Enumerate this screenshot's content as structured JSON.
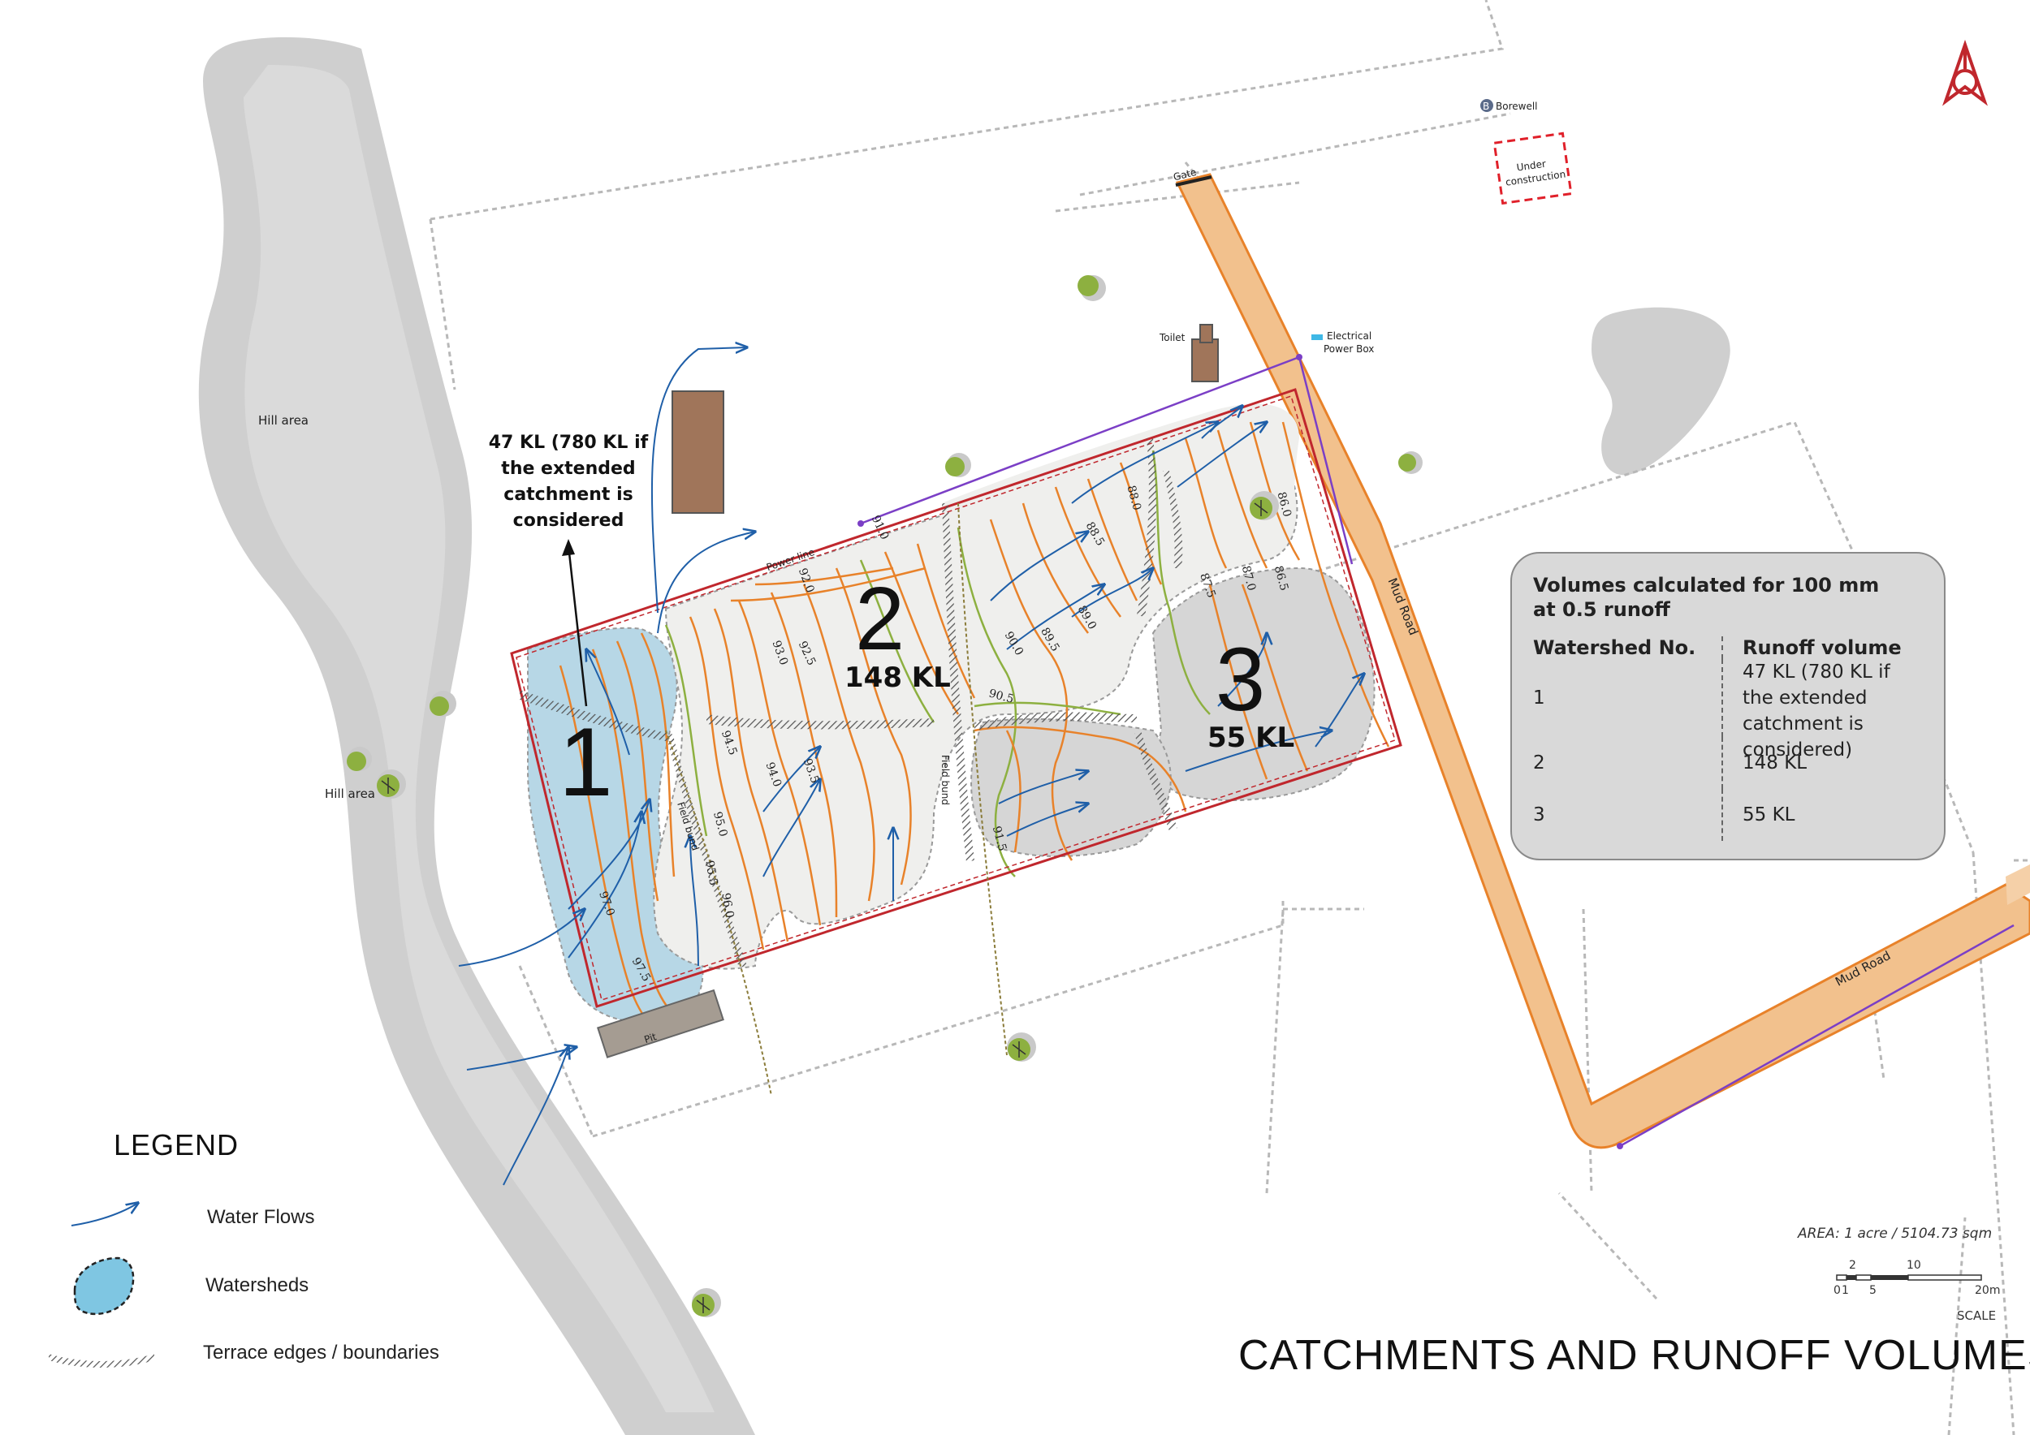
{
  "title": "CATCHMENTS AND RUNOFF VOLUMES",
  "area_note": "AREA: 1 acre / 5104.73 sqm",
  "scale": {
    "label": "SCALE",
    "ticks_top": [
      "2",
      "10"
    ],
    "ticks_bottom": [
      "0",
      "1",
      "5",
      "20m"
    ]
  },
  "legend": {
    "title": "LEGEND",
    "items": [
      {
        "label": "Water Flows",
        "icon": "arrow-icon"
      },
      {
        "label": "Watersheds",
        "icon": "watershed-icon"
      },
      {
        "label": "Terrace edges / boundaries",
        "icon": "terrace-edge-icon"
      }
    ]
  },
  "map_labels": {
    "hill_area_top": "Hill area",
    "hill_area_bottom": "Hill area",
    "borewell": "Borewell",
    "borewell_badge": "B",
    "under_construction_1": "Under",
    "under_construction_2": "construction",
    "gate": "Gate",
    "toilet": "Toilet",
    "electrical_1": "Electrical",
    "electrical_2": "Power Box",
    "mud_road_1": "Mud Road",
    "mud_road_2": "Mud Road",
    "pit": "Pit",
    "power_line": "Power line",
    "field_bund_1": "Field bund",
    "field_bund_2": "Field bund"
  },
  "watersheds": [
    {
      "number": "1",
      "volume": ""
    },
    {
      "number": "2",
      "volume": "148 KL"
    },
    {
      "number": "3",
      "volume": "55 KL"
    }
  ],
  "callout": {
    "line1": "47 KL (780 KL if",
    "line2": "the extended",
    "line3": "catchment is",
    "line4": "considered"
  },
  "contours": [
    "97.5",
    "97.0",
    "96.0",
    "95.5",
    "95.0",
    "94.5",
    "94.0",
    "93.5",
    "93.0",
    "92.5",
    "92.0",
    "91.5",
    "91.0",
    "90.5",
    "90.0",
    "89.5",
    "89.0",
    "88.5",
    "88.0",
    "87.5",
    "87.0",
    "86.5",
    "86.0"
  ],
  "volumes_table": {
    "title_line1": "Volumes calculated for 100 mm",
    "title_line2": "at 0.5 runoff",
    "col1": "Watershed No.",
    "col2": "Runoff volume",
    "rows": [
      {
        "id": "1",
        "volume": "47 KL (780 KL if the extended catchment is considered)"
      },
      {
        "id": "2",
        "volume": "148 KL"
      },
      {
        "id": "3",
        "volume": "55 KL"
      }
    ]
  },
  "colors": {
    "hill": "#cfcfcf",
    "watershed1": "#b7d7e6",
    "watershed2": "#efefed",
    "watershed3": "#d6d6d6",
    "contour": "#e8822a",
    "contour_accent": "#8db040",
    "road": "#f2c18d",
    "road_edge": "#e8822a",
    "boundary": "#c0272d",
    "flow": "#1f5fa8",
    "power": "#7b3fc6",
    "building": "#a0755a",
    "fence": "#b5b5b5",
    "north": "#c0272d"
  }
}
